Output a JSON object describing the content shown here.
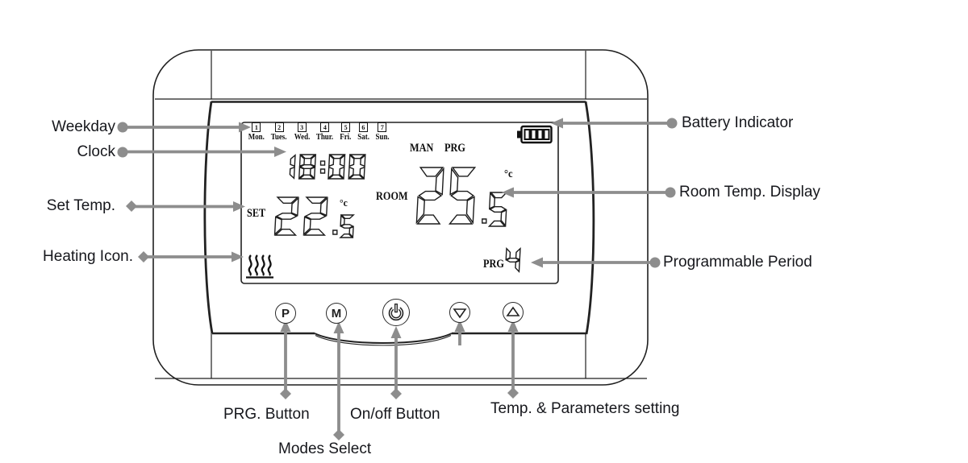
{
  "labels": {
    "weekday": "Weekday",
    "clock": "Clock",
    "set_temp": "Set Temp.",
    "heating": "Heating Icon.",
    "battery": "Battery Indicator",
    "room": "Room Temp. Display",
    "prog_period": "Programmable Period",
    "prg_button": "PRG. Button",
    "onoff_button": "On/off Button",
    "temp_params": "Temp. & Parameters setting",
    "modes_select": "Modes Select"
  },
  "lcd": {
    "weekdays": [
      {
        "num": "1",
        "label": "Mon."
      },
      {
        "num": "2",
        "label": "Tues."
      },
      {
        "num": "3",
        "label": "Wed."
      },
      {
        "num": "4",
        "label": "Thur."
      },
      {
        "num": "5",
        "label": "Fri."
      },
      {
        "num": "6",
        "label": "Sat."
      },
      {
        "num": "7",
        "label": "Sun."
      }
    ],
    "clock": "18:00",
    "mode_man": "MAN",
    "mode_prg": "PRG",
    "set_label": "SET",
    "set_value": "22.5",
    "set_unit": "°c",
    "room_label": "ROOM",
    "room_value": "25.5",
    "room_unit": "°c",
    "prg_label": "PRG",
    "prg_period": "4",
    "battery_icon": "battery-4-bars",
    "heating_icon": "heat-waves"
  },
  "buttons": {
    "prg_label": "P",
    "mode_label": "M",
    "power_icon": "power-symbol",
    "down_icon": "triangle-down",
    "up_icon": "triangle-up"
  },
  "colors": {
    "line": "#1f1f1f",
    "arrow": "#8d8d8d",
    "text": "#16171c"
  }
}
